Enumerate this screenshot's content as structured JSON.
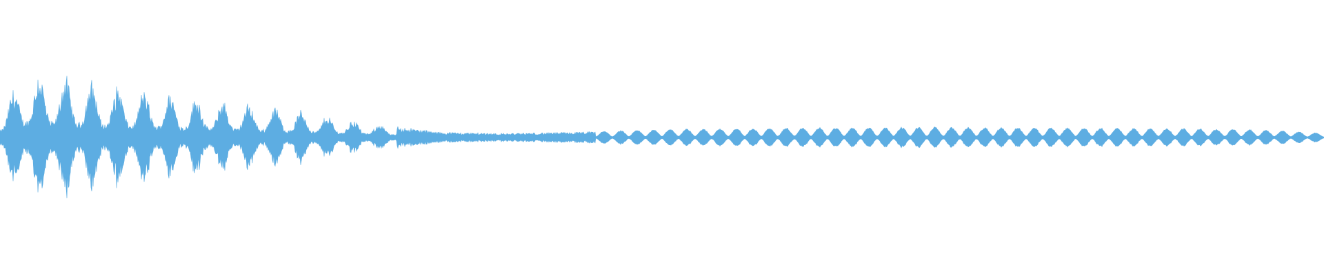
{
  "waveform": {
    "color": "#5dade2",
    "background": "#ffffff",
    "envelope": [
      {
        "at": 0.0,
        "amp": 0.42
      },
      {
        "at": 0.02,
        "amp": 1.0
      },
      {
        "at": 0.06,
        "amp": 0.86
      },
      {
        "at": 0.1,
        "amp": 0.72
      },
      {
        "at": 0.16,
        "amp": 0.56
      },
      {
        "at": 0.22,
        "amp": 0.42
      },
      {
        "at": 0.28,
        "amp": 0.22
      },
      {
        "at": 0.33,
        "amp": 0.08
      },
      {
        "at": 0.38,
        "amp": 0.06
      },
      {
        "at": 0.44,
        "amp": 0.08
      },
      {
        "at": 0.5,
        "amp": 0.12
      },
      {
        "at": 0.6,
        "amp": 0.14
      },
      {
        "at": 0.7,
        "amp": 0.15
      },
      {
        "at": 0.8,
        "amp": 0.14
      },
      {
        "at": 0.9,
        "amp": 0.13
      },
      {
        "at": 0.96,
        "amp": 0.11
      },
      {
        "at": 1.0,
        "amp": 0.06
      }
    ]
  }
}
